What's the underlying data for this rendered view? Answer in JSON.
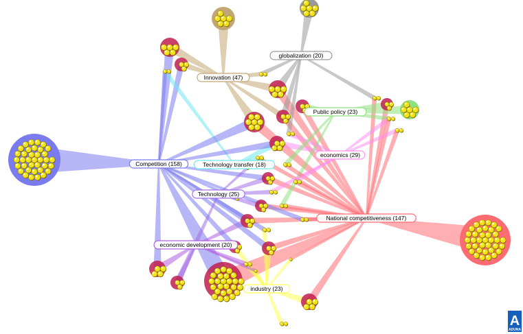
{
  "graph": {
    "nodes": [
      {
        "id": "competition",
        "label": "Competition (158)",
        "color": "#7b7bf0"
      },
      {
        "id": "national",
        "label": "National competitiveness (147)",
        "color": "#ff6b73"
      },
      {
        "id": "innovation",
        "label": "Innovation (47)",
        "color": "#c2a775"
      },
      {
        "id": "globalization",
        "label": "globalization (20)",
        "color": "#9a9a9a"
      },
      {
        "id": "public_policy",
        "label": "Public policy (23)",
        "color": "#90e080"
      },
      {
        "id": "economics",
        "label": "economics (29)",
        "color": "#ff90ee"
      },
      {
        "id": "tech_transfer",
        "label": "Technology transfer (18)",
        "color": "#70e8f0"
      },
      {
        "id": "technology",
        "label": "Technology (25)",
        "color": "#a070e8"
      },
      {
        "id": "econ_dev",
        "label": "economic development (20)",
        "color": "#b060e0"
      },
      {
        "id": "industry",
        "label": "industry (23)",
        "color": "#ffff50"
      }
    ]
  },
  "logo": {
    "letter": "A",
    "text": "ADUNA",
    "color": "#1560bd"
  }
}
